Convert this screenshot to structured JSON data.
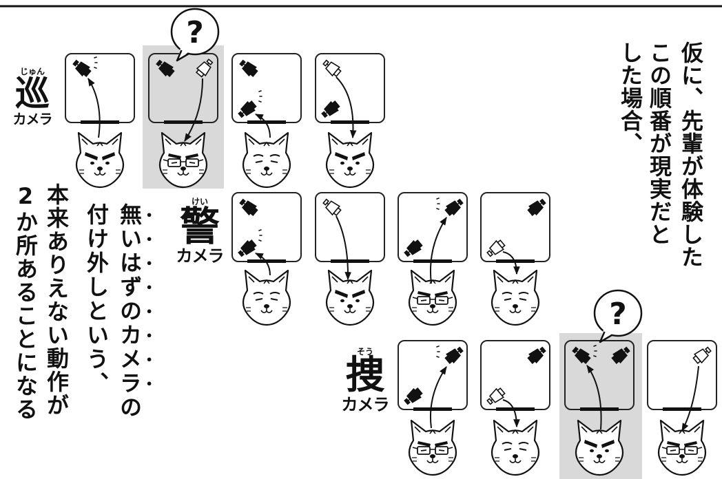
{
  "narration": {
    "right_columns": [
      "仮に、先輩が体験した",
      "この順番が現実だと",
      "した場合、"
    ],
    "left_columns": [
      {
        "emphasis": "無いはずのカメラ",
        "text": "の"
      },
      {
        "text": "付け外しという、"
      },
      {
        "text": "本来ありえない動作が"
      },
      {
        "text": "2か所あることになる"
      }
    ]
  },
  "rows": [
    {
      "ruby": "じゅん",
      "kanji": "巡",
      "suffix": "カメラ"
    },
    {
      "ruby": "けい",
      "kanji": "警",
      "suffix": "カメラ"
    },
    {
      "ruby": "そう",
      "kanji": "捜",
      "suffix": "カメラ"
    }
  ],
  "bubbles": [
    {
      "text": "?"
    },
    {
      "text": "?"
    }
  ],
  "icons": {
    "camera_on": "camera-filled-icon",
    "camera_off": "camera-outline-icon",
    "blink": "blink-mark-icon",
    "face_angry": "dog-face-angry-icon",
    "face_calm": "dog-face-calm-icon",
    "face_glasses": "dog-face-glasses-icon",
    "bubble": "speech-bubble-icon",
    "arrow": "arrow-icon"
  },
  "colors": {
    "ink": "#111111",
    "highlight": "#d9d9d9",
    "paper": "#ffffff"
  }
}
